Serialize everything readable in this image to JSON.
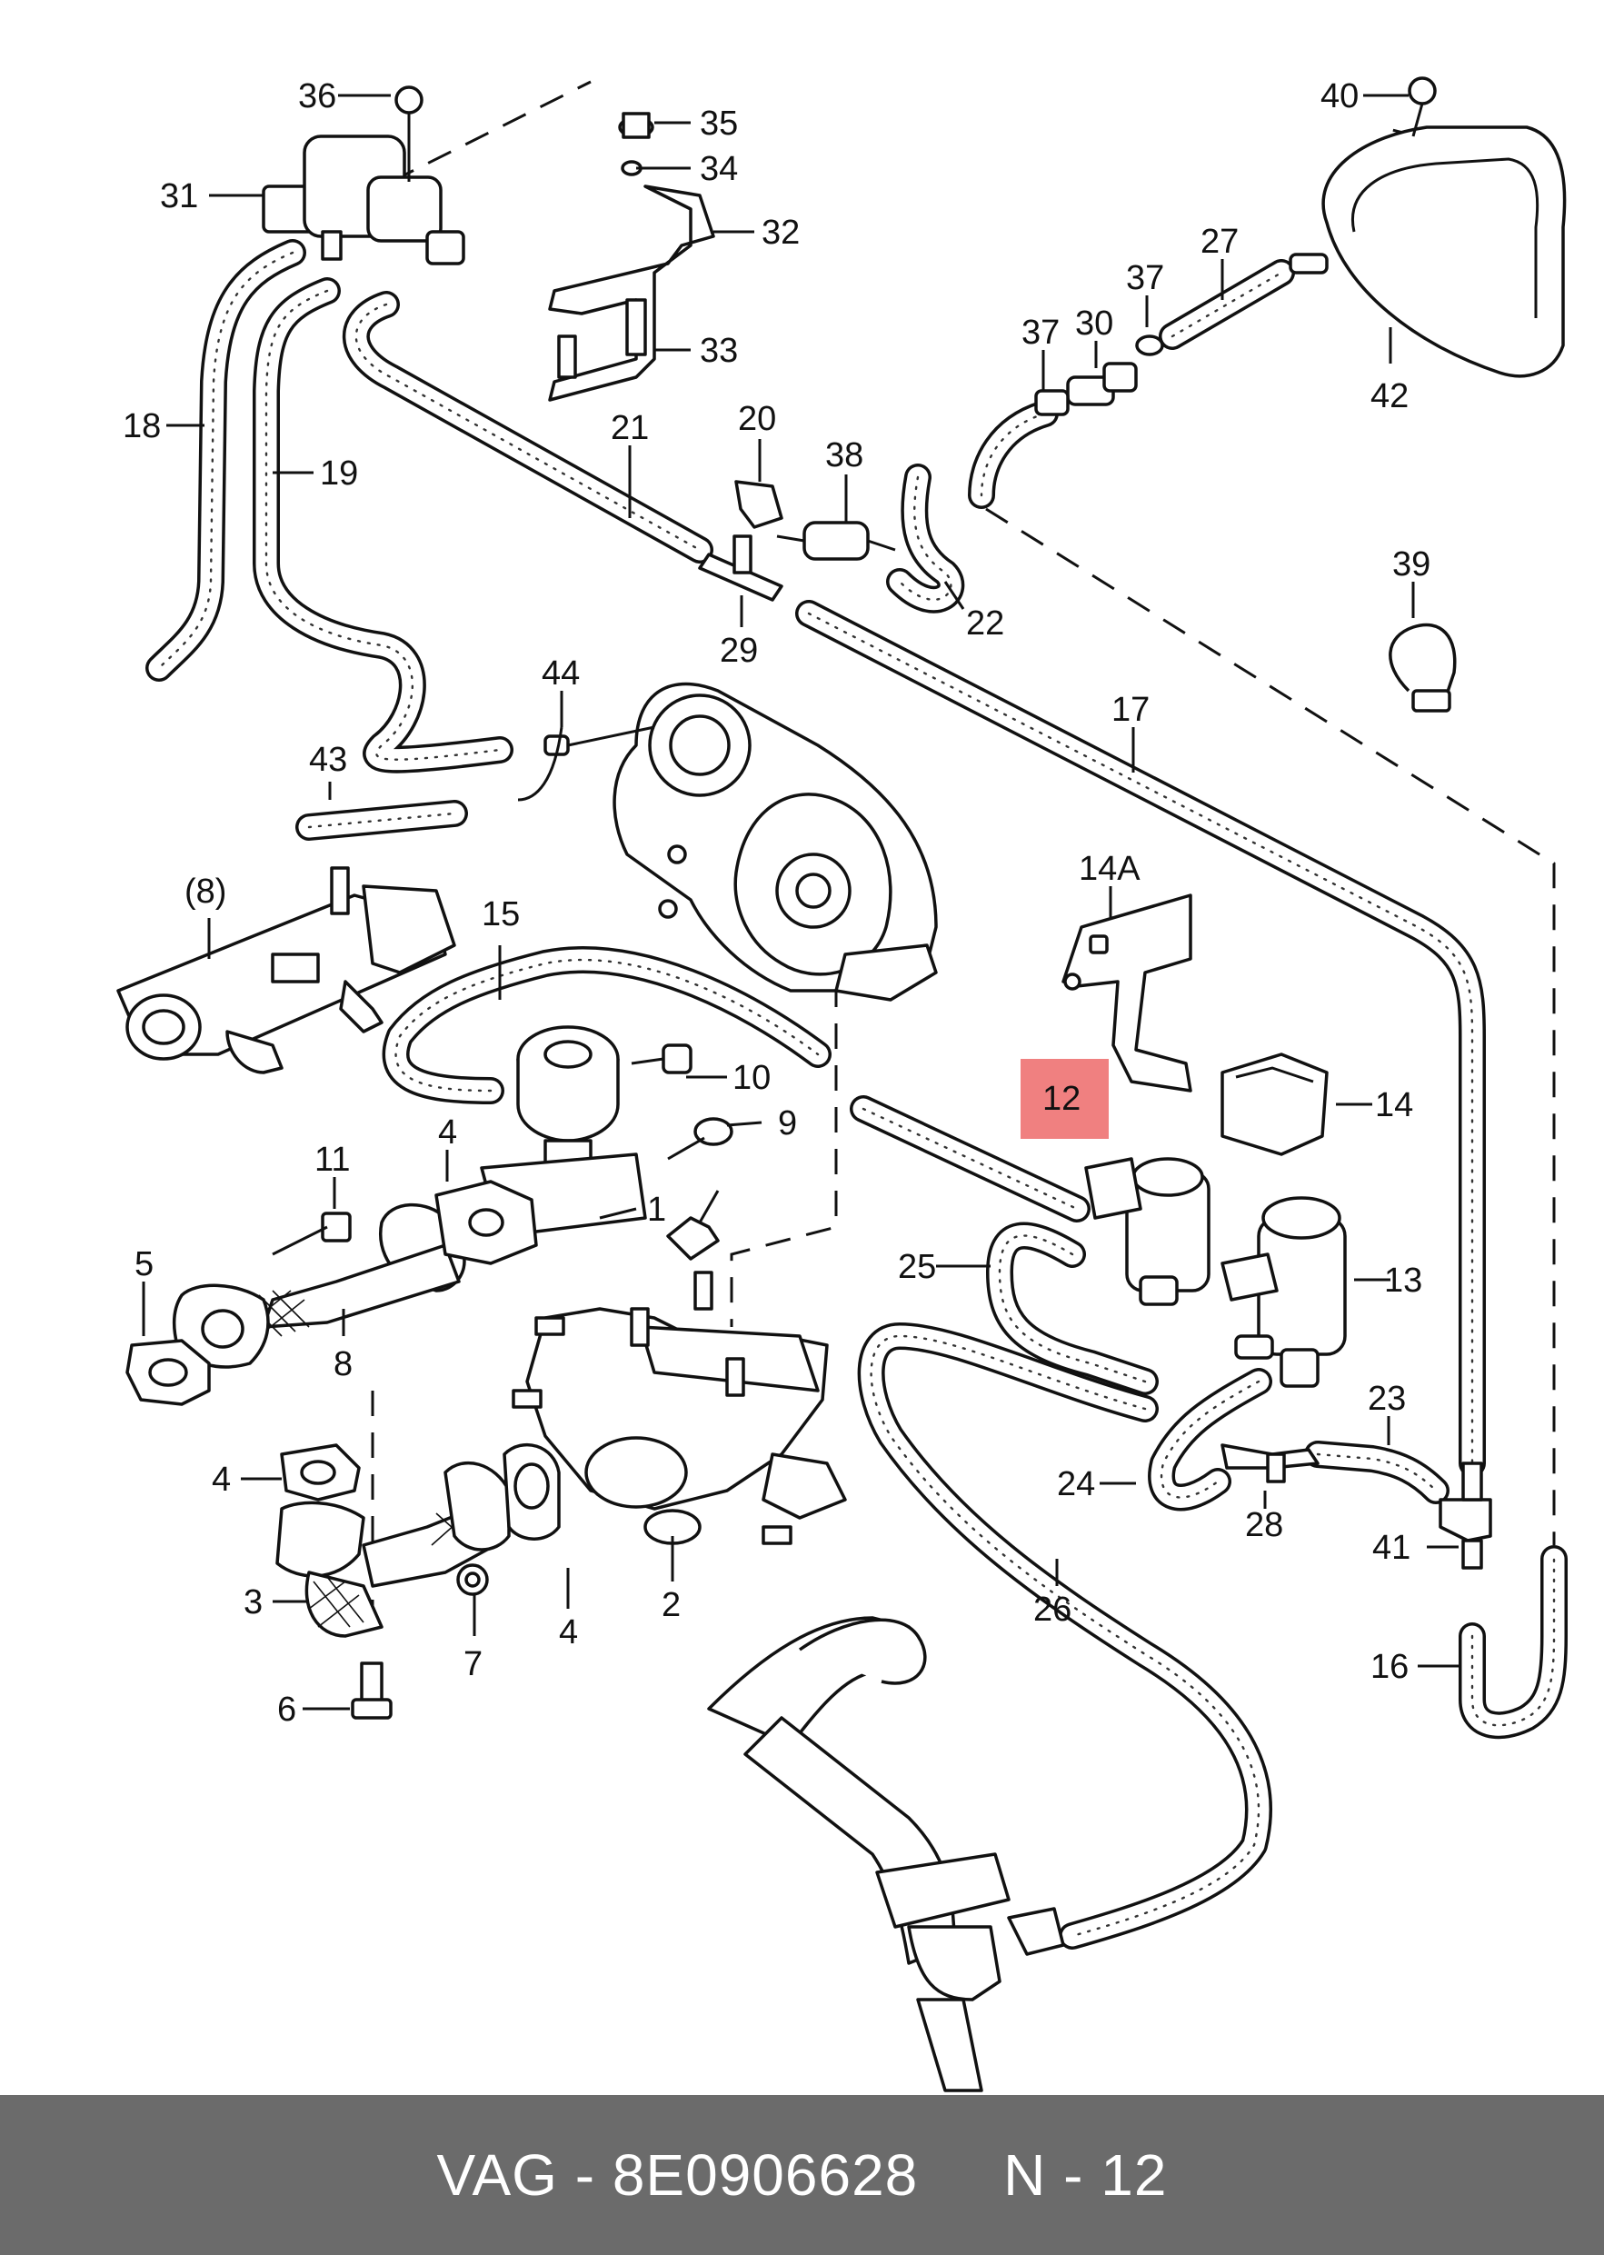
{
  "diagram": {
    "callouts": [
      "36",
      "35",
      "34",
      "31",
      "32",
      "33",
      "18",
      "19",
      "21",
      "20",
      "38",
      "22",
      "29",
      "40",
      "27",
      "37",
      "37",
      "30",
      "42",
      "39",
      "44",
      "43",
      "17",
      "(8)",
      "15",
      "14A",
      "10",
      "9",
      "12",
      "14",
      "11",
      "4",
      "1",
      "5",
      "8",
      "25",
      "13",
      "23",
      "24",
      "28",
      "41",
      "4",
      "2",
      "3",
      "4",
      "26",
      "7",
      "16",
      "6"
    ],
    "highlight_callout": "12",
    "highlight_color": "#f08080"
  },
  "footer": {
    "text": "VAG - 8E0906628     N - 12",
    "background": "#6b6b6b",
    "color": "#ffffff"
  }
}
